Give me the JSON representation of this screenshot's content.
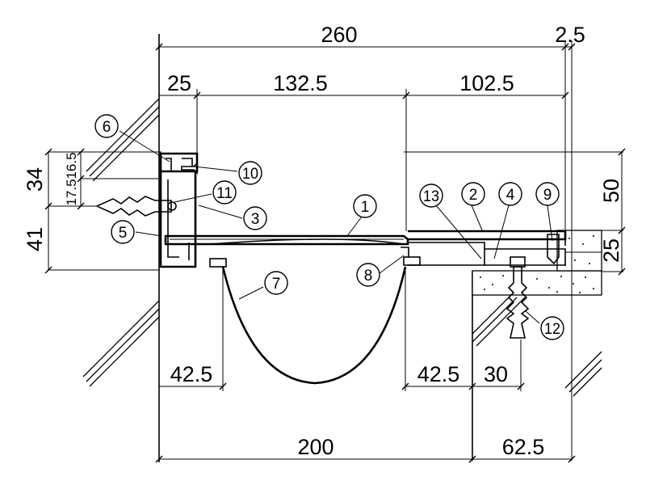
{
  "dimensions": {
    "overall_width": "260",
    "edge_gap": "2.5",
    "left_frame": "25",
    "cover_span": "132.5",
    "right_span": "102.5",
    "bottom_total": "200",
    "bottom_right": "62.5",
    "left_offset": "42.5",
    "right_offset": "42.5",
    "anchor_offset": "30",
    "height_34": "34",
    "height_41": "41",
    "height_17_5": "17.5",
    "height_16_5": "16.5",
    "height_50": "50",
    "height_25": "25"
  },
  "callouts": [
    "1",
    "2",
    "3",
    "4",
    "5",
    "6",
    "7",
    "8",
    "9",
    "10",
    "11",
    "12",
    "13"
  ]
}
